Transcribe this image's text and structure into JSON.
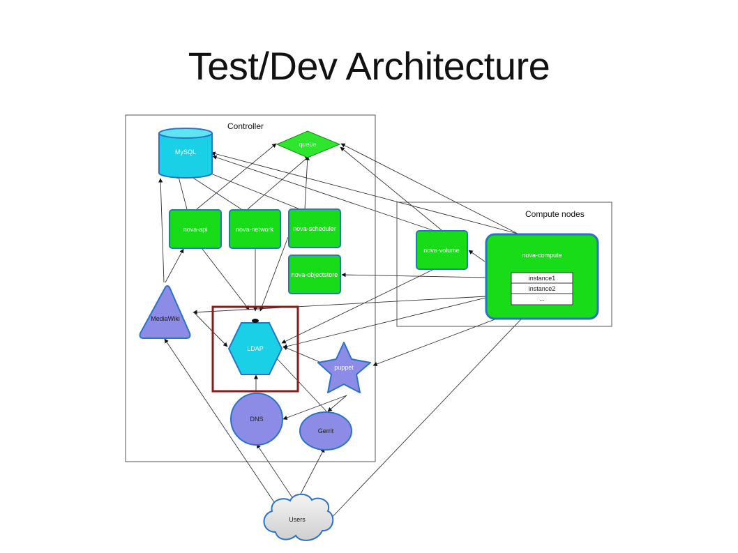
{
  "title": "Test/Dev Architecture",
  "groups": {
    "controller": "Controller",
    "compute": "Compute nodes"
  },
  "nodes": {
    "mysql": "MySQL",
    "queue": "queue",
    "nova_api": "nova-api",
    "nova_network": "nova-network",
    "nova_scheduler": "nova-scheduler",
    "nova_objectstore": "nova-objectstore",
    "mediawiki": "MediaWiki",
    "ldap": "LDAP",
    "puppet": "puppet",
    "dns": "DNS",
    "gerrit": "Gerrit",
    "users": "Users",
    "nova_volume": "nova-volume",
    "nova_compute": "nova-compute",
    "instances": [
      "instance1",
      "instance2",
      "..."
    ]
  },
  "colors": {
    "cyan": "#19d0e6",
    "green": "#18dc18",
    "purple": "#8c8ce6",
    "highlight": "#8b1a1a",
    "queue_green": "#2ee62e"
  }
}
